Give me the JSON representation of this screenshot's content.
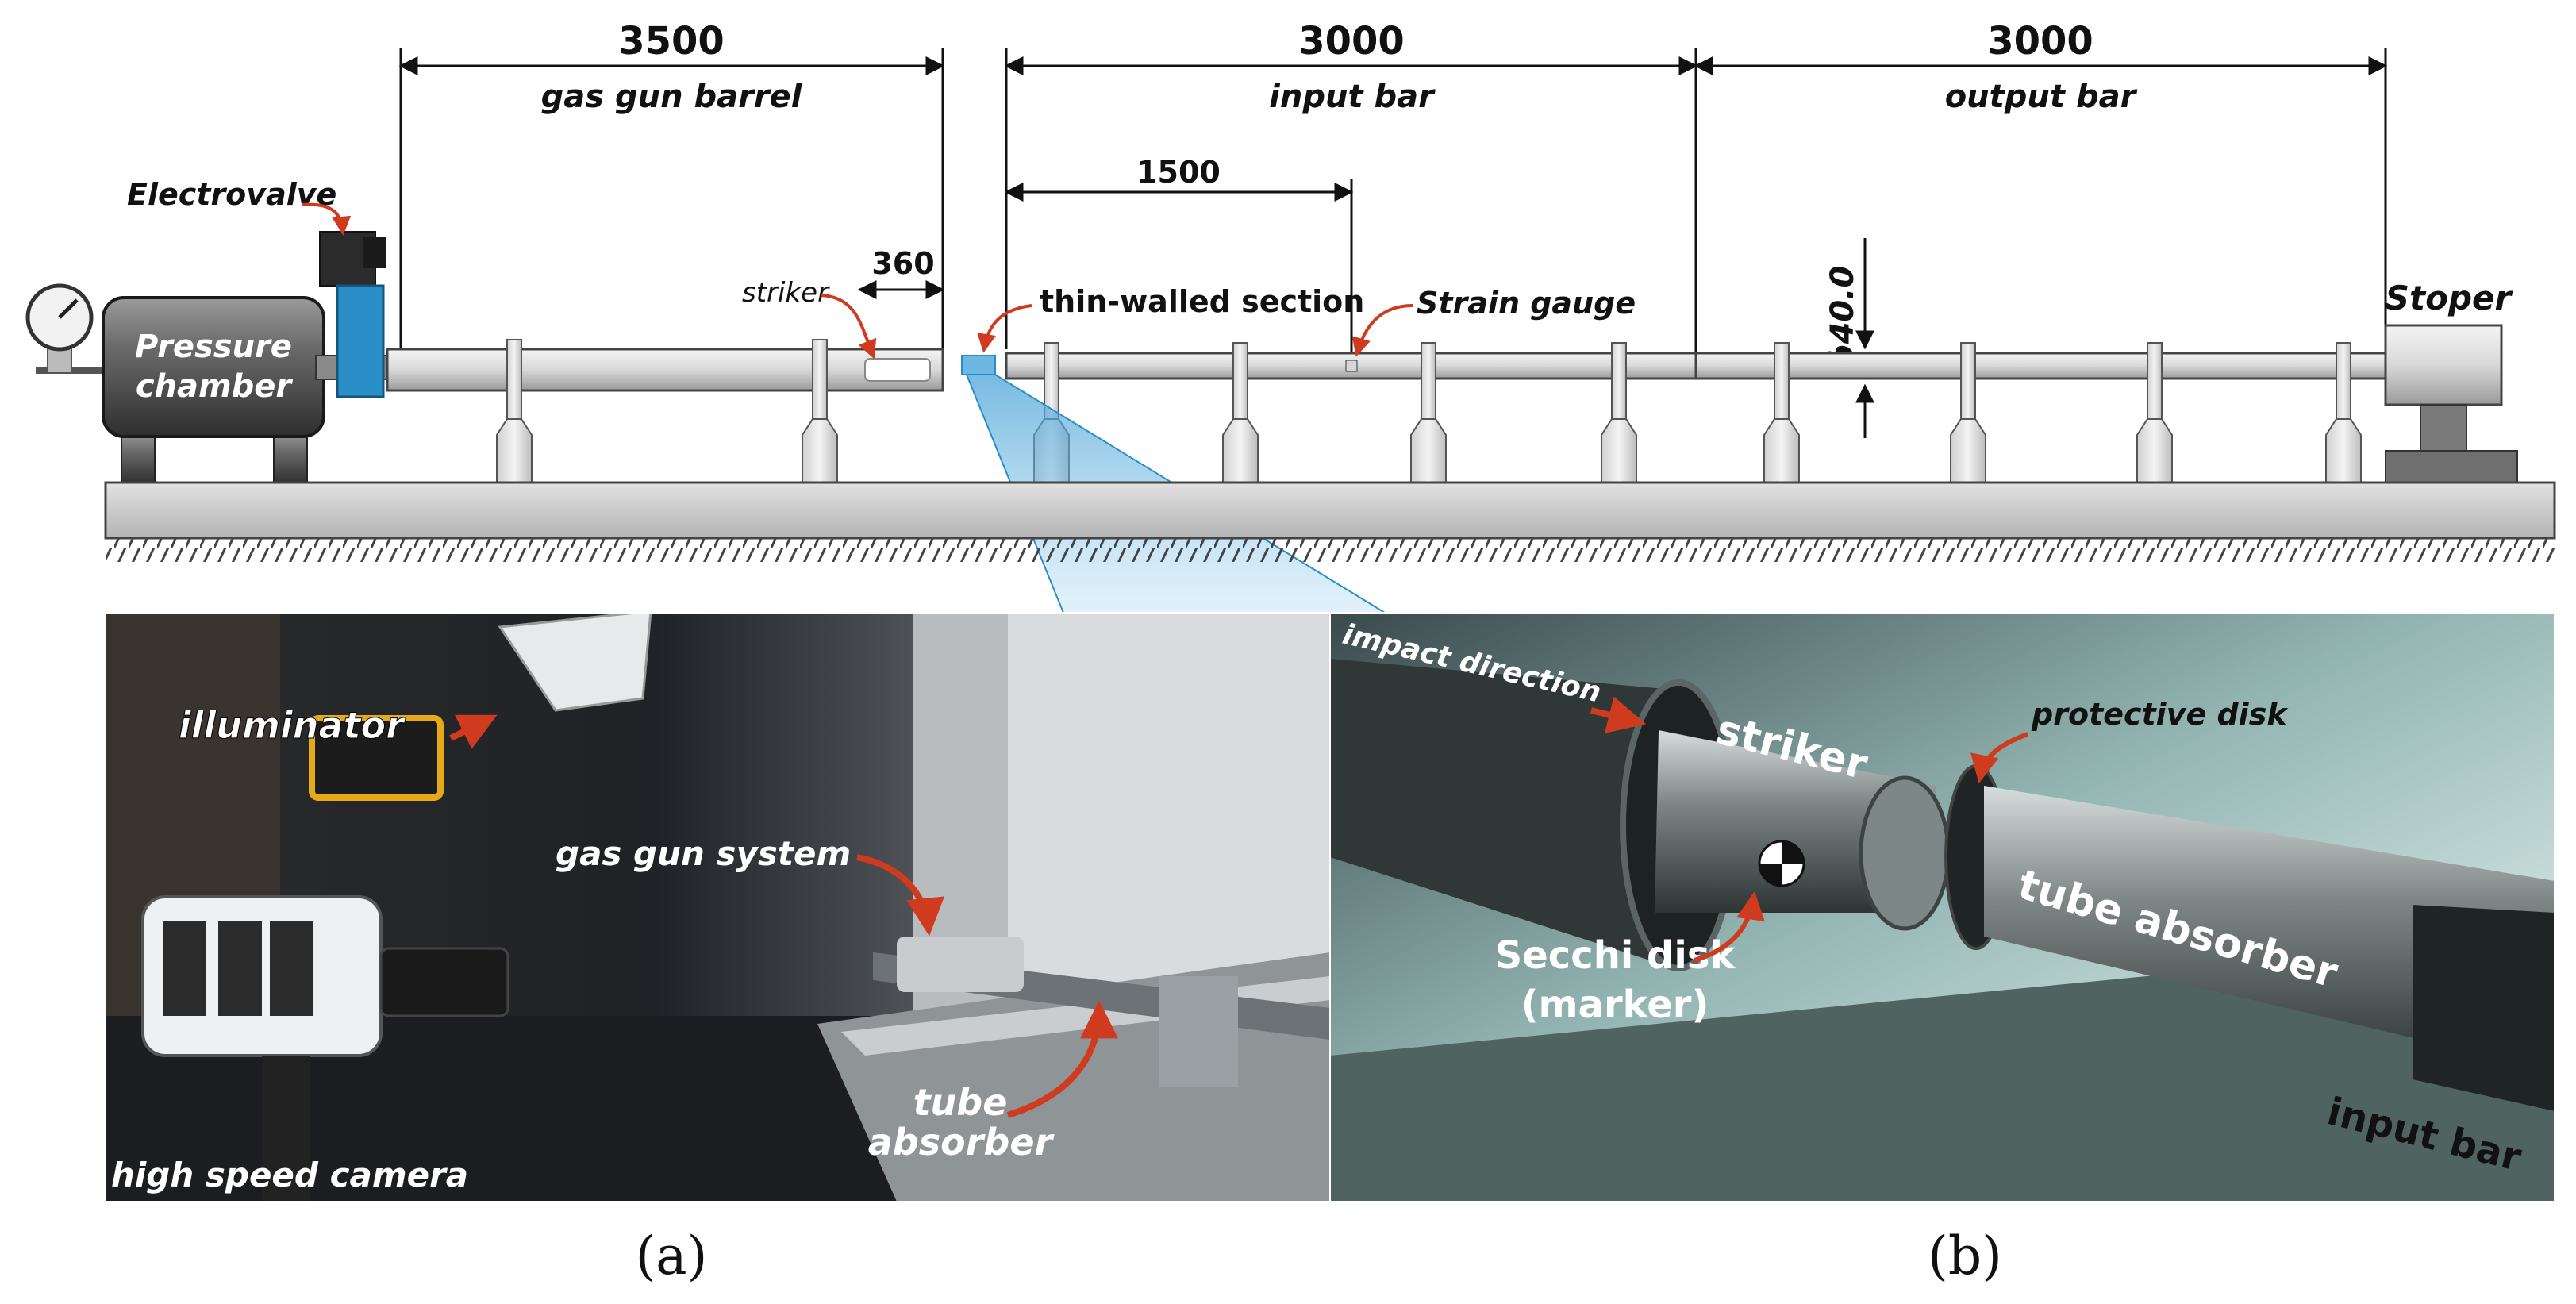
{
  "schematic": {
    "dimensions": {
      "gas_gun_barrel_length": "3500",
      "input_bar_length": "3000",
      "output_bar_length": "3000",
      "strain_gauge_position": "1500",
      "striker_length": "360",
      "bar_diameter": "ϕ40.0"
    },
    "labels": {
      "gas_gun_barrel": "gas gun barrel",
      "input_bar": "input bar",
      "output_bar": "output bar",
      "electrovalve": "Electrovalve",
      "pressure_chamber_line1": "Pressure",
      "pressure_chamber_line2": "chamber",
      "striker": "striker",
      "thin_walled_section": "thin-walled section",
      "strain_gauge": "Strain gauge",
      "stoper": "Stoper"
    }
  },
  "photo_a": {
    "illuminator": "illuminator",
    "gas_gun_system": "gas gun system",
    "tube_absorber_line1": "tube",
    "tube_absorber_line2": "absorber",
    "high_speed_camera": "high speed camera",
    "panel_label": "(a)"
  },
  "photo_b": {
    "impact_direction": "impact direction",
    "striker": "striker",
    "protective_disk": "protective disk",
    "secchi_disk_line1": "Secchi disk",
    "secchi_disk_line2": "(marker)",
    "tube_absorber": "tube absorber",
    "input_bar": "input bar",
    "panel_label": "(b)"
  },
  "colors": {
    "arrow_red": "#d03a1f",
    "electrovalve_blue": "#2a8fc7",
    "dimension_line": "#111111",
    "bench_gray": "#c8c8c8"
  }
}
